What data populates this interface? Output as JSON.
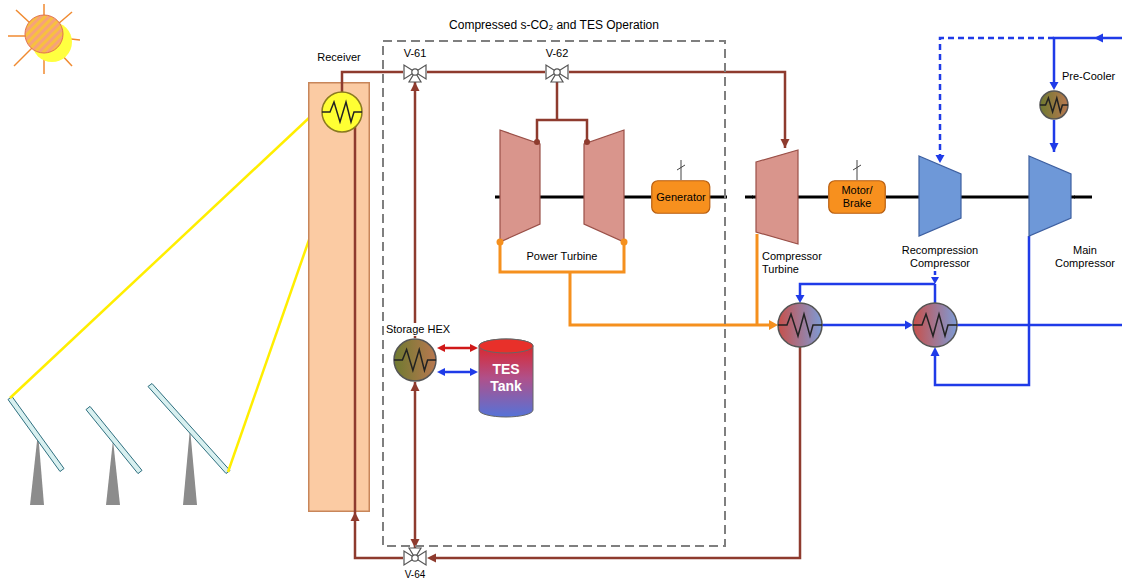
{
  "diagram": {
    "nodes": [
      {
        "text": [
          "Receiver"
        ]
      },
      {
        "text": [
          "Compressed s-CO₂ and TES Operation"
        ]
      },
      {
        "text": [
          "V-61"
        ],
        "in": 1
      },
      {
        "text": [
          "V-62"
        ],
        "in": 1
      },
      {
        "text": [
          "Power Turbine"
        ],
        "in": 1
      },
      {
        "text": [
          "Generator"
        ],
        "in": 1
      },
      {
        "text": [
          "Storage HEX"
        ],
        "in": 1
      },
      {
        "text": [
          "TES Tank"
        ],
        "in": 1
      },
      {
        "text": [
          "Compressor Turbine"
        ]
      },
      {
        "text": [
          "Motor/ Brake"
        ]
      },
      {
        "text": [
          "Recompression Compressor"
        ]
      },
      {
        "text": [
          "Main Compressor"
        ]
      },
      {
        "text": [
          "Pre-Cooler"
        ]
      },
      {
        "text": [
          "V-64"
        ]
      }
    ],
    "edges": [
      {
        "from": 0,
        "to": 2,
        "arrow": "none"
      },
      {
        "from": 2,
        "to": 3,
        "arrow": "none"
      },
      {
        "from": 3,
        "to": 4,
        "arrow": "none"
      },
      {
        "from": 3,
        "to": 8,
        "arrow": "to"
      },
      {
        "from": 2,
        "to": 6,
        "arrow": "both"
      },
      {
        "from": 6,
        "to": 13,
        "arrow": "both"
      },
      {
        "from": 13,
        "to": 0,
        "arrow": "to"
      },
      {
        "from": 12,
        "to": 11,
        "arrow": "to"
      },
      {
        "from": 4,
        "to": 5,
        "arrow": "none"
      },
      {
        "from": 8,
        "to": 9,
        "arrow": "none"
      },
      {
        "from": 9,
        "to": 10,
        "arrow": "none"
      },
      {
        "from": 10,
        "to": 11,
        "arrow": "none"
      }
    ]
  }
}
